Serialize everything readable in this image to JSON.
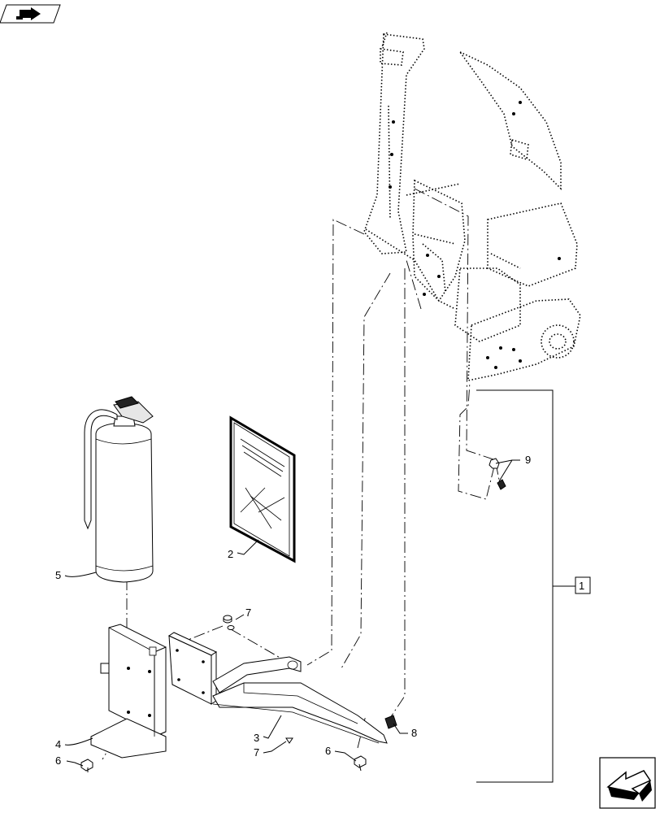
{
  "callouts": {
    "kit": "1",
    "manual": "2",
    "bracket": "3",
    "holder": "4",
    "extinguisher": "5",
    "bolt_left": "6",
    "bolt_right": "6",
    "washer_top": "7",
    "washer_bottom": "7",
    "nut": "8",
    "fastener_frame": "9"
  },
  "icons": {
    "top_left": "back-arrow-icon",
    "bottom_right": "next-arrow-icon"
  }
}
